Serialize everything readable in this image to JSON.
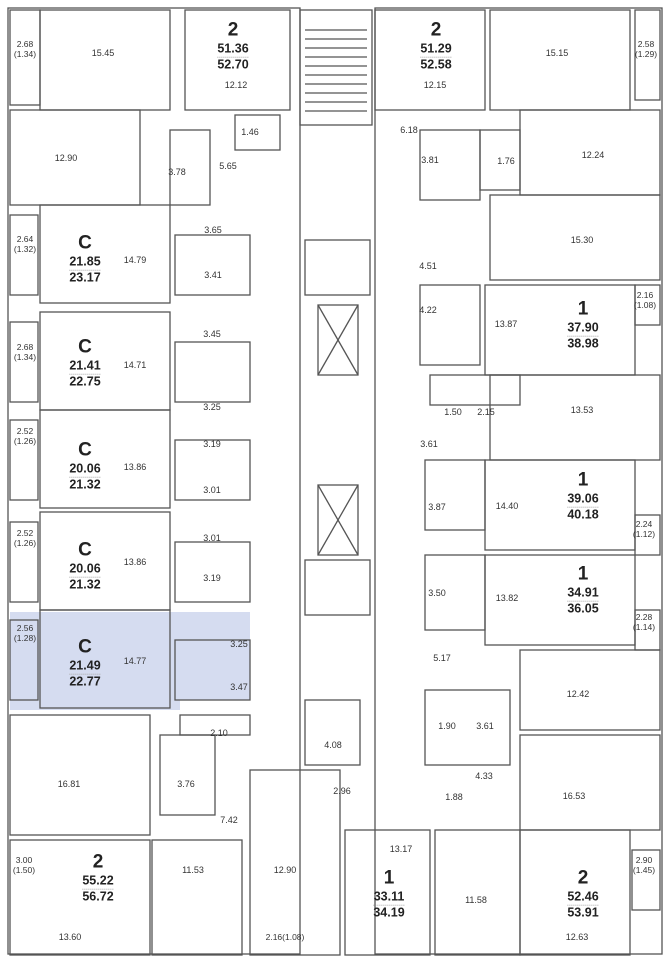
{
  "highlight_color": "#d5dcf0",
  "wall_color": "#555555",
  "units": [
    {
      "type": "2",
      "living": "51.36",
      "total": "52.70",
      "rooms": [
        "15.45",
        "12.12",
        "1.46",
        "12.90",
        "3.78",
        "5.65"
      ],
      "balcony": {
        "area": "2.68",
        "reduced": "(1.34)"
      },
      "highlighted": false
    },
    {
      "type": "С",
      "living": "21.85",
      "total": "23.17",
      "rooms": [
        "14.79",
        "3.65",
        "3.41"
      ],
      "balcony": {
        "area": "2.64",
        "reduced": "(1.32)"
      },
      "highlighted": false
    },
    {
      "type": "С",
      "living": "21.41",
      "total": "22.75",
      "rooms": [
        "14.71",
        "3.45",
        "3.25"
      ],
      "balcony": {
        "area": "2.68",
        "reduced": "(1.34)"
      },
      "highlighted": false
    },
    {
      "type": "С",
      "living": "20.06",
      "total": "21.32",
      "rooms": [
        "13.86",
        "3.19",
        "3.01"
      ],
      "balcony": {
        "area": "2.52",
        "reduced": "(1.26)"
      },
      "highlighted": false
    },
    {
      "type": "С",
      "living": "20.06",
      "total": "21.32",
      "rooms": [
        "13.86",
        "3.01",
        "3.19"
      ],
      "balcony": {
        "area": "2.52",
        "reduced": "(1.26)"
      },
      "highlighted": false
    },
    {
      "type": "С",
      "living": "21.49",
      "total": "22.77",
      "rooms": [
        "14.77",
        "3.25",
        "3.47"
      ],
      "balcony": {
        "area": "2.56",
        "reduced": "(1.28)"
      },
      "highlighted": true
    },
    {
      "type": "2",
      "living": "55.22",
      "total": "56.72",
      "rooms": [
        "16.81",
        "2.10",
        "3.76",
        "7.42",
        "13.60",
        "11.53"
      ],
      "balcony": {
        "area": "3.00",
        "reduced": "(1.50)"
      },
      "highlighted": false
    },
    {
      "type": "1",
      "living": "33.11",
      "total": "34.19",
      "rooms": [
        "4.08",
        "2.96",
        "12.90",
        "13.17"
      ],
      "balcony": {
        "area": "2.16",
        "reduced": "(1.08)"
      },
      "highlighted": false
    },
    {
      "type": "2",
      "living": "51.29",
      "total": "52.58",
      "rooms": [
        "15.15",
        "12.15",
        "6.18",
        "3.81",
        "1.76",
        "12.24"
      ],
      "balcony": {
        "area": "2.58",
        "reduced": "(1.29)"
      },
      "highlighted": false
    },
    {
      "type": "1",
      "living": "37.90",
      "total": "38.98",
      "rooms": [
        "15.30",
        "4.51",
        "4.22",
        "13.87"
      ],
      "balcony": {
        "area": "2.16",
        "reduced": "(1.08)"
      },
      "highlighted": false
    },
    {
      "type": "1",
      "living": "39.06",
      "total": "40.18",
      "rooms": [
        "1.50",
        "2.15",
        "13.53",
        "3.61",
        "3.87",
        "14.40"
      ],
      "balcony": {
        "area": "2.24",
        "reduced": "(1.12)"
      },
      "highlighted": false
    },
    {
      "type": "1",
      "living": "34.91",
      "total": "36.05",
      "rooms": [
        "3.50",
        "13.82",
        "5.17",
        "12.42"
      ],
      "balcony": {
        "area": "2.28",
        "reduced": "(1.14)"
      },
      "highlighted": false
    },
    {
      "type": "2",
      "living": "52.46",
      "total": "53.91",
      "rooms": [
        "1.90",
        "3.61",
        "4.33",
        "1.88",
        "16.53",
        "12.63",
        "11.58"
      ],
      "balcony": {
        "area": "2.90",
        "reduced": "(1.45)"
      },
      "highlighted": false
    }
  ]
}
